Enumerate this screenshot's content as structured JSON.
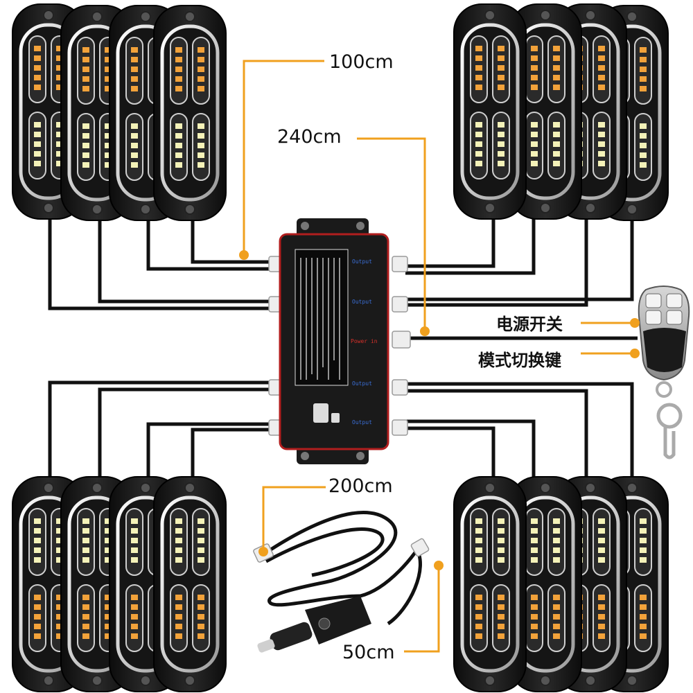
{
  "callouts": {
    "len_100": "100cm",
    "len_240": "240cm",
    "len_200": "200cm",
    "len_50": "50cm"
  },
  "remote": {
    "power_switch": "电源开关",
    "mode_switch": "模式切换键"
  },
  "controller": {
    "ports": {
      "output_1": "Output",
      "output_2": "Output",
      "power_in": "Power in",
      "output_3": "Output",
      "output_4": "Output"
    }
  },
  "colors": {
    "accent_orange": "#f0a01e",
    "amber_led": "#f2a23a",
    "white_led": "#f4f2b8",
    "cable": "#111111",
    "controller_body": "#1a1a1a",
    "controller_border": "#b11e1e",
    "port_label_blue": "#3a6fd8",
    "power_in_red": "#d8302a"
  },
  "icons": {
    "light_bar": "led-warning-light-icon",
    "remote": "key-fob-remote-icon",
    "plug": "cigarette-lighter-plug-icon"
  }
}
